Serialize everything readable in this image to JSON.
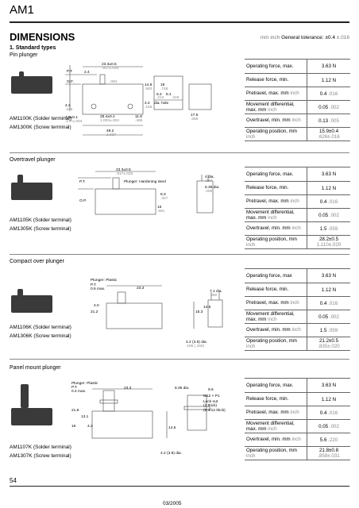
{
  "header": {
    "title": "AM1",
    "dimensions": "DIMENSIONS",
    "tolerance_unit": "mm inch",
    "tolerance_text": "General tolerance: ±0.4",
    "tolerance_inch": "±.016"
  },
  "sections": [
    {
      "title": "1. Standard types",
      "subtitle": "Pin plunger",
      "models": [
        "AM1100K (Solder terminal)",
        "AM1300K (Screw terminal)"
      ],
      "specs": [
        {
          "label": "Operating force, max.",
          "unit": "",
          "value": "3.63 N",
          "value_inch": ""
        },
        {
          "label": "Release force, min.",
          "unit": "",
          "value": "1.12 N",
          "value_inch": ""
        },
        {
          "label": "Pretravel, max. mm",
          "unit": "inch",
          "value": "0.4",
          "value_inch": ".016"
        },
        {
          "label": "Movement differential, max. mm",
          "unit": "inch",
          "value": "0.05",
          "value_inch": ".002"
        },
        {
          "label": "Overtravel, min. mm",
          "unit": "inch",
          "value": "0.13",
          "value_inch": ".005"
        },
        {
          "label": "Operating position, mm",
          "unit": "inch",
          "value": "15.9±0.4",
          "value_inch": ".626±.016"
        }
      ],
      "drawing": {
        "pt": "P.T.",
        "of": "O.F.",
        "dim1": "23.3±0.5",
        "dim1i": ".917±.020",
        "dim2": "2.4",
        "dim2i": ".094",
        "d3": "14.8",
        "d3i": ".583",
        "d4": "19",
        "d4i": ".748",
        "d5": "8.1",
        "d5i": ".319",
        "d6": "5.4",
        "d6i": ".213",
        "hole": "4.2",
        "holei": ".165",
        "holetxt": "dia. hole",
        "d7": "4.2",
        "d7i": ".165",
        "d8": "4.5±0.1",
        "d8i": ".177±.004",
        "d9": "25.4±0.1",
        "d9i": "1.000±.004",
        "d10": "11.8",
        "d10i": ".465",
        "d11": "49.2",
        "d11i": "1.937",
        "d12": "17.5",
        "d12i": ".689"
      }
    },
    {
      "title": "Overtravel plunger",
      "models": [
        "AM1105K (Solder terminal)",
        "AM1305K (Screw terminal)"
      ],
      "specs": [
        {
          "label": "Operating force, max.",
          "unit": "",
          "value": "3.63 N",
          "value_inch": ""
        },
        {
          "label": "Release force, min.",
          "unit": "",
          "value": "1.12 N",
          "value_inch": ""
        },
        {
          "label": "Pretravel, max. mm",
          "unit": "inch",
          "value": "0.4",
          "value_inch": ".016"
        },
        {
          "label": "Movement differential, max. mm",
          "unit": "inch",
          "value": "0.05",
          "value_inch": ".002"
        },
        {
          "label": "Overtravel, min. mm",
          "unit": "inch",
          "value": "1.5",
          "value_inch": ".059"
        },
        {
          "label": "Operating position, mm",
          "unit": "inch",
          "value": "28.2±0.5",
          "value_inch": "1.110±.020"
        }
      ],
      "drawing": {
        "pt": "P.T.",
        "of": "O.P.",
        "dim1": "23.3±0.5",
        "dim1i": ".917±.020",
        "plunger": "Plunger: Hardening steel",
        "d2": "4 dia.",
        "d2i": ".157",
        "d3": "6.35 dia.",
        "d3i": ".250",
        "d4": "8.3",
        "d4i": ".327",
        "d5": "15",
        "d5i": ".591"
      }
    },
    {
      "title": "Compact over plunger",
      "models": [
        "AM1106K (Solder terminal)",
        "AM1306K (Screw terminal)"
      ],
      "specs": [
        {
          "label": "Operating force, max",
          "unit": "",
          "value": "3.63 N",
          "value_inch": ""
        },
        {
          "label": "Release force, min.",
          "unit": "",
          "value": "1.12 N",
          "value_inch": ""
        },
        {
          "label": "Pretravel, max. mm",
          "unit": "inch",
          "value": "0.4",
          "value_inch": ".016"
        },
        {
          "label": "Movement differential, max. mm",
          "unit": "inch",
          "value": "0.05",
          "value_inch": ".002"
        },
        {
          "label": "Overtravel, min. mm",
          "unit": "inch",
          "value": "1.5",
          "value_inch": ".059"
        },
        {
          "label": "Operating position, mm",
          "unit": "inch",
          "value": "21.2±0.5",
          "value_inch": ".835±.020"
        }
      ],
      "drawing": {
        "plunger": "Plunger: Plastic",
        "pt": "P.T.",
        "of": "0.6 max.",
        "dim1": "23.3",
        "d2": "7.1 dia.",
        "d2i": ".280",
        "d3": "4.0",
        "d4": "15.3",
        "d5": "14.5",
        "d6": "21.2",
        "d7": "4.2 (3.8) dia.",
        "d7i": ".165 (.150)"
      }
    },
    {
      "title": "Panel mount plunger",
      "models": [
        "AM1107K (Solder terminal)",
        "AM1307K (Screw terminal)"
      ],
      "specs": [
        {
          "label": "Operating force, max.",
          "unit": "",
          "value": "3.63 N",
          "value_inch": ""
        },
        {
          "label": "Release force, min.",
          "unit": "",
          "value": "1.12 N",
          "value_inch": ""
        },
        {
          "label": "Pretravel, max. mm",
          "unit": "inch",
          "value": "0.4",
          "value_inch": ".016"
        },
        {
          "label": "Movement differential, max. mm",
          "unit": "inch",
          "value": "0.05",
          "value_inch": ".002"
        },
        {
          "label": "Overtravel, min. mm",
          "unit": "inch",
          "value": "5.6",
          "value_inch": ".220"
        },
        {
          "label": "Operating position, mm",
          "unit": "inch",
          "value": "21.8±0.8",
          "value_inch": ".858±.031"
        }
      ],
      "drawing": {
        "plunger": "Plunger: Plastic",
        "pt": "P.T.",
        "of": "0.4 max.",
        "dim1": "23.3",
        "d2": "8.35 dia.",
        "d3": "M12 × P1",
        "d4": "Lock nut",
        "d5": "(2 thick)",
        "d6": "(9.4/12 thick)",
        "d7": "21.8",
        "d8": "13.1",
        "d9": "16",
        "d10": "4.2",
        "d11": "14.5",
        "d12": "9.6",
        "d13": "4.2 (3.8) dia."
      }
    }
  ],
  "footer": {
    "page": "54",
    "date": "03/2005"
  }
}
